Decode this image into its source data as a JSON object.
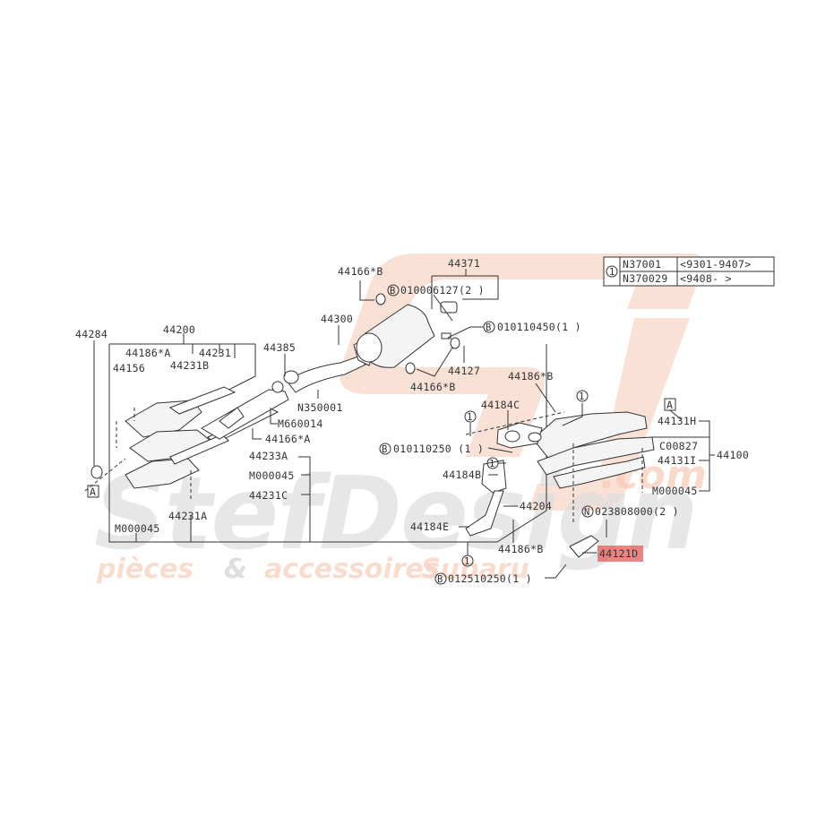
{
  "diagram": {
    "title": "Exhaust system parts diagram",
    "watermark": {
      "brand": "StefDesign",
      "suffix": ".com",
      "tagline": "pièces & accessoires Subaru",
      "logo_color": "#f6c9b4",
      "text_color": "#d9d9d9",
      "tagline_color": "#f9d6c6"
    },
    "highlight": {
      "part": "44121D",
      "color": "#e85a5a"
    },
    "legend_table": {
      "marker": "1",
      "rows": [
        {
          "part": "N37001",
          "range": "<9301-9407>"
        },
        {
          "part": "N370029",
          "range": "<9408-     >"
        }
      ]
    },
    "labels": {
      "p44284": "44284",
      "p44200": "44200",
      "p44186A": "44186*A",
      "p44231": "44231",
      "p44156": "44156",
      "p44231B": "44231B",
      "pA_left": "A",
      "p44233A": "44233A",
      "pM000045_a": "M000045",
      "p44231C": "44231C",
      "p44231A": "44231A",
      "pM000045_b": "M000045",
      "p44385": "44385",
      "p44300": "44300",
      "pN350001": "N350001",
      "pM660014": "M660014",
      "p44166A": "44166*A",
      "p44166B_top": "44166*B",
      "p44371": "44371",
      "b010006127": "010006127(2 )",
      "b010110450": "010110450(1  )",
      "p44127": "44127",
      "p44166B_bot": "44166*B",
      "p44186B_top": "44186*B",
      "p44184C": "44184C",
      "b010110250": "010110250 (1  )",
      "p44184B": "44184B",
      "p44204": "44204",
      "p44184E": "44184E",
      "p44186B_bot": "44186*B",
      "n023808000": "023808000(2  )",
      "p44121D": "44121D",
      "b012510250": "012510250(1  )",
      "pA_right": "A",
      "p44131H": "44131H",
      "pC00827": "C00827",
      "p44131I": "44131I",
      "p44100": "44100",
      "pM000045_c": "M000045",
      "circle_1": "1",
      "circle_B": "B",
      "circle_N": "N"
    }
  }
}
